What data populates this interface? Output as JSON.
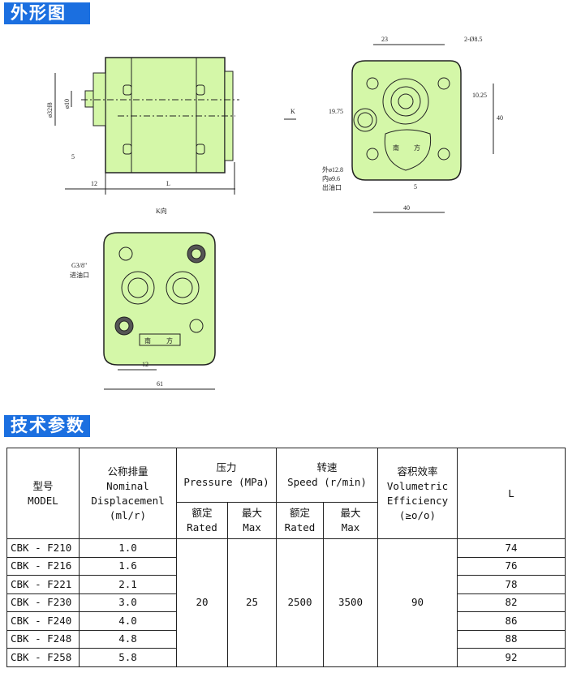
{
  "sections": {
    "outline": "外形图",
    "specs": "技术参数"
  },
  "drawing": {
    "side": {
      "dim_shaft": "ø10",
      "dim_pilot": "ø32f8",
      "dim_5": "5",
      "dim_12": "12",
      "dim_L": "L",
      "k_label": "K向"
    },
    "arrow_k": "K",
    "front": {
      "dim_23": "23",
      "holes": "2-Ø8.5",
      "dim_10_25": "10.25",
      "dim_40v": "40",
      "dim_19_75": "19.75",
      "outer": "外ø12.8",
      "inner": "内ø9.6",
      "outlet": "出油口",
      "dim_5": "5",
      "dim_40h": "40",
      "brand_a": "南",
      "brand_b": "方"
    },
    "kview": {
      "thread": "G3/8\"",
      "inlet": "进油口",
      "dim_12": "12",
      "dim_61": "61",
      "brand_a": "南",
      "brand_b": "方"
    }
  },
  "table": {
    "h": {
      "model_cn": "型号",
      "model_en": "MODEL",
      "disp_cn": "公称排量",
      "disp_en1": "Nominal",
      "disp_en2": "Displacemenl",
      "disp_unit": "(ml/r)",
      "press_cn": "压力",
      "press_en": "Pressure (MPa)",
      "speed_cn": "转速",
      "speed_en": "Speed (r/min)",
      "eff_cn": "容积效率",
      "eff_en1": "Volumetric",
      "eff_en2": "Efficiency",
      "eff_unit": "(≥o/o)",
      "L": "L",
      "rated_cn": "额定",
      "rated_en": "Rated",
      "max_cn": "最大",
      "max_en": "Max"
    },
    "shared": {
      "press_rated": "20",
      "press_max": "25",
      "speed_rated": "2500",
      "speed_max": "3500",
      "eff": "90"
    },
    "rows": [
      {
        "model": "CBK - F210",
        "disp": "1.0",
        "L": "74"
      },
      {
        "model": "CBK - F216",
        "disp": "1.6",
        "L": "76"
      },
      {
        "model": "CBK - F221",
        "disp": "2.1",
        "L": "78"
      },
      {
        "model": "CBK - F230",
        "disp": "3.0",
        "L": "82"
      },
      {
        "model": "CBK - F240",
        "disp": "4.0",
        "L": "86"
      },
      {
        "model": "CBK - F248",
        "disp": "4.8",
        "L": "88"
      },
      {
        "model": "CBK - F258",
        "disp": "5.8",
        "L": "92"
      }
    ]
  }
}
